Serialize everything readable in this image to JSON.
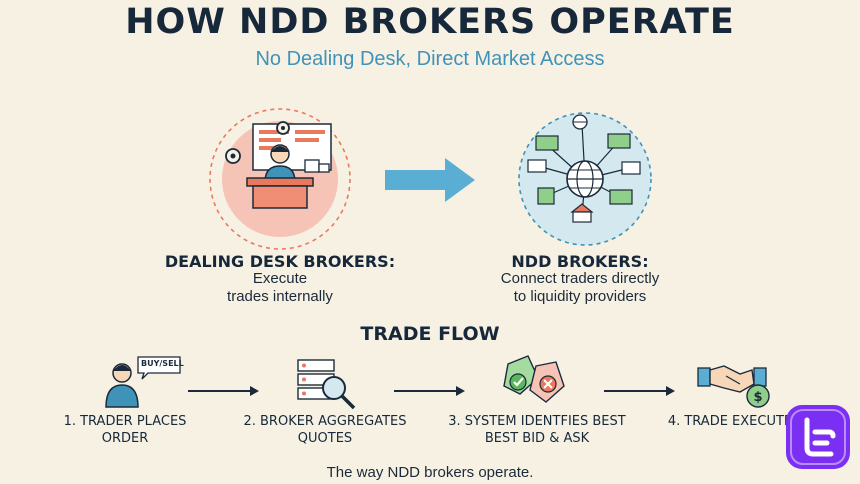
{
  "header": {
    "title": "HOW NDD BROKERS OPERATE",
    "subtitle": "No Dealing Desk, Direct Market Access"
  },
  "left_panel": {
    "title": "DEALING DESK BROKERS:",
    "desc_line1": "Execute",
    "desc_line2": "trades internally",
    "icon": "dealer-desk-icon"
  },
  "right_panel": {
    "title": "NDD BROKERS:",
    "desc_line1": "Connect traders directly",
    "desc_line2": "to liquidity providers",
    "icon": "global-network-icon"
  },
  "trade_flow": {
    "title": "TRADE FLOW",
    "steps": [
      {
        "line1": "1. TRADER PLACES",
        "line2": "ORDER",
        "icon": "trader-order-icon",
        "badge": "BUY/SELL"
      },
      {
        "line1": "2. BROKER AGGREGATES",
        "line2": "QUOTES",
        "icon": "server-search-icon"
      },
      {
        "line1": "3. SYSTEM IDENTFIES BEST",
        "line2": "BEST BID & ASK",
        "icon": "price-tags-icon"
      },
      {
        "line1": "4. TRADE EXECUTED",
        "line2": "",
        "icon": "handshake-icon"
      }
    ]
  },
  "caption": "The way NDD brokers operate.",
  "colors": {
    "background": "#f7f1e4",
    "navy": "#16283a",
    "accent_blue": "#3f93b8",
    "arrow_blue": "#5aaed3",
    "pink_circle": "#f6c4b6",
    "light_blue_circle": "#d3e8ef",
    "logo_purple": "#7b2ff2"
  }
}
